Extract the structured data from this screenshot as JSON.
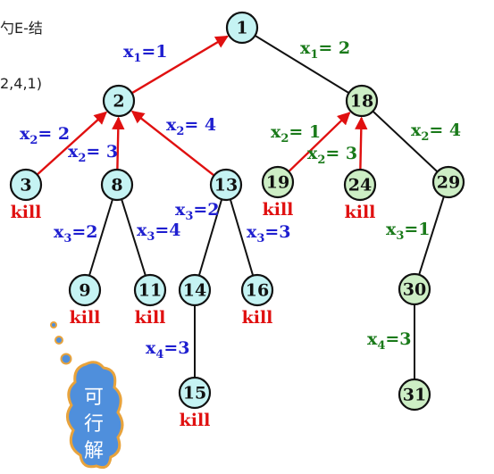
{
  "fragments": {
    "top_left": "勺E-结",
    "mid_left": "2,4,1)"
  },
  "colors": {
    "node_cyan": "#c5f3f3",
    "node_green": "#cdeec5",
    "edge_blue": "#1f1fd0",
    "edge_green": "#1a7a1a",
    "edge_red": "#e01010",
    "kill": "#e01010",
    "edge_black": "#111111",
    "callout": "#4f8fdc",
    "callout_border": "#e8a33c"
  },
  "nodes": [
    {
      "id": "1",
      "label": "1",
      "fill": "cyan"
    },
    {
      "id": "2",
      "label": "2",
      "fill": "cyan"
    },
    {
      "id": "18",
      "label": "18",
      "fill": "green"
    },
    {
      "id": "3",
      "label": "3",
      "fill": "cyan",
      "kill": "kill"
    },
    {
      "id": "8",
      "label": "8",
      "fill": "cyan"
    },
    {
      "id": "13",
      "label": "13",
      "fill": "cyan"
    },
    {
      "id": "19",
      "label": "19",
      "fill": "green",
      "kill": "kill"
    },
    {
      "id": "24",
      "label": "24",
      "fill": "green",
      "kill": "kill"
    },
    {
      "id": "29",
      "label": "29",
      "fill": "green"
    },
    {
      "id": "9",
      "label": "9",
      "fill": "cyan",
      "kill": "kill"
    },
    {
      "id": "11",
      "label": "11",
      "fill": "cyan",
      "kill": "kill"
    },
    {
      "id": "14",
      "label": "14",
      "fill": "cyan"
    },
    {
      "id": "16",
      "label": "16",
      "fill": "cyan",
      "kill": "kill"
    },
    {
      "id": "30",
      "label": "30",
      "fill": "green"
    },
    {
      "id": "15",
      "label": "15",
      "fill": "cyan",
      "kill": "kill"
    },
    {
      "id": "31",
      "label": "31",
      "fill": "green"
    }
  ],
  "edges": [
    {
      "from": "2",
      "to": "1",
      "style": "red-arrow",
      "var": "x",
      "sub": "1",
      "val": "1",
      "color": "blue"
    },
    {
      "from": "1",
      "to": "18",
      "style": "black",
      "var": "x",
      "sub": "1",
      "val": " 2",
      "color": "green"
    },
    {
      "from": "3",
      "to": "2",
      "style": "red-arrow",
      "var": "x",
      "sub": "2",
      "val": " 2",
      "color": "blue"
    },
    {
      "from": "8",
      "to": "2",
      "style": "red-arrow",
      "var": "x",
      "sub": "2",
      "val": " 3",
      "color": "blue"
    },
    {
      "from": "13",
      "to": "2",
      "style": "red-arrow",
      "var": "x",
      "sub": "2",
      "val": " 4",
      "color": "blue"
    },
    {
      "from": "19",
      "to": "18",
      "style": "red-arrow",
      "var": "x",
      "sub": "2",
      "val": " 1",
      "color": "green"
    },
    {
      "from": "24",
      "to": "18",
      "style": "red-arrow",
      "var": "x",
      "sub": "2",
      "val": " 3",
      "color": "green"
    },
    {
      "from": "18",
      "to": "29",
      "style": "black",
      "var": "x",
      "sub": "2",
      "val": " 4",
      "color": "green"
    },
    {
      "from": "8",
      "to": "9",
      "style": "black",
      "var": "x",
      "sub": "3",
      "val": "2",
      "color": "blue"
    },
    {
      "from": "8",
      "to": "11",
      "style": "black",
      "var": "x",
      "sub": "3",
      "val": "4",
      "color": "blue"
    },
    {
      "from": "13",
      "to": "14",
      "style": "black",
      "var": "x",
      "sub": "3",
      "val": "2",
      "color": "blue"
    },
    {
      "from": "13",
      "to": "16",
      "style": "black",
      "var": "x",
      "sub": "3",
      "val": "3",
      "color": "blue"
    },
    {
      "from": "29",
      "to": "30",
      "style": "black",
      "var": "x",
      "sub": "3",
      "val": "1",
      "color": "green"
    },
    {
      "from": "14",
      "to": "15",
      "style": "black",
      "var": "x",
      "sub": "4",
      "val": "3",
      "color": "blue"
    },
    {
      "from": "30",
      "to": "31",
      "style": "black",
      "var": "x",
      "sub": "4",
      "val": "3",
      "color": "green"
    }
  ],
  "callout": {
    "chars": [
      "可",
      "行",
      "解"
    ]
  }
}
